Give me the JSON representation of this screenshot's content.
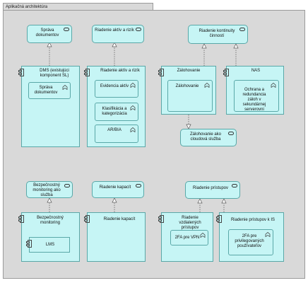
{
  "group": {
    "title": "Aplikačná architektúra"
  },
  "services": {
    "sprava_dokumentov": "Správa dokumentov",
    "riadenie_aktiv": "Riadenie aktív a rizík",
    "kontinuita": "Riadenie kontinuity činností",
    "zalohovanie_cloud": "Zálohovanie ako cloudová služba",
    "bezp_monitoring_sluzba": "Bezpečnostný monitoring ako služba",
    "riadenie_kapacit": "Riadenie kapacít",
    "riadenie_pristupov": "Riadenie prístupov"
  },
  "components": {
    "dms": "DMS (existujúci komponent SL)",
    "riadenie_aktiv": "Riadenie aktív a rizík",
    "zalohovanie": "Zálohovanie",
    "nas": "NAS",
    "bezp_monitoring": "Bezpečnostný monitoring",
    "riadenie_kapacit": "Riadenie kapacít",
    "vzdialene_pristupy": "Riadenie vzdialených prístupov",
    "pristupy_is": "Riadenie prístupov k IS"
  },
  "functions": {
    "sprava_dokumentov": "Správa dokumentov",
    "evidencia_aktiv": "Evidencia aktív",
    "klasifikacia": "Klasifikácia a kategorizácia",
    "ar_bia": "AR/BIA",
    "zalohovanie": "Zálohovanie",
    "ochrana_nas": "Ochrana a redundancia záloh v sekundárnej serverovni",
    "fa2_vpn": "2FA pre VPN",
    "fa2_priv": "2FA pre privilegovaných používateľov"
  },
  "subcomponents": {
    "lms": "LMS"
  },
  "icons": {
    "service": "service-icon",
    "component": "component-icon",
    "function": "function-icon"
  },
  "colors": {
    "element_fill": "#c6f5f5",
    "element_border": "#5aa8a8",
    "group_fill": "#d9d9d9"
  }
}
